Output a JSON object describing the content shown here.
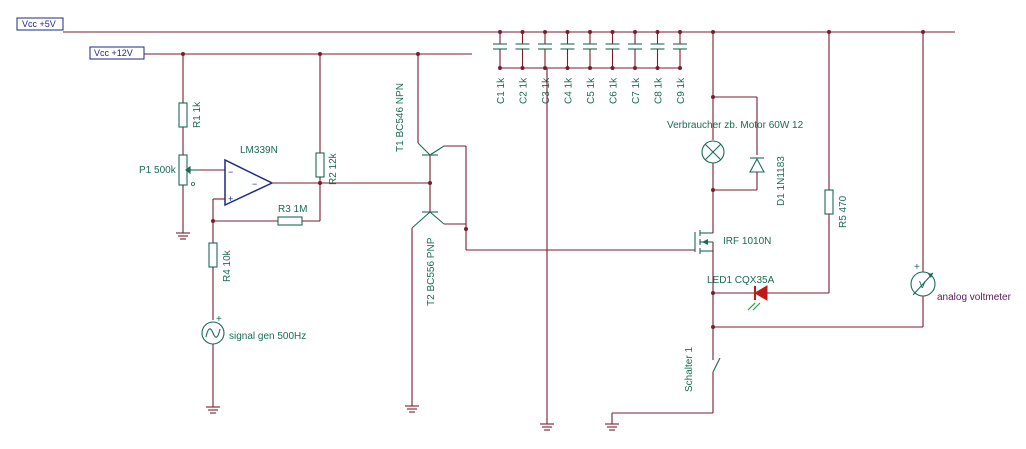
{
  "rails": {
    "vcc5": "Vcc +5V",
    "vcc12": "Vcc +12V"
  },
  "components": {
    "r1": "R1 1k",
    "p1": "P1 500k",
    "opamp": "LM339N",
    "r2": "R2 12k",
    "r3": "R3 1M",
    "r4": "R4 10k",
    "siggen": "signal gen 500Hz",
    "t1": "T1 BC546 NPN",
    "t2": "T2 BC556 PNP",
    "caps": [
      "C1 1k",
      "C2 1k",
      "C3 1k",
      "C4 1k",
      "C5 1k",
      "C6 1k",
      "C7 1k",
      "C8 1k",
      "C9 1k"
    ],
    "load": "Verbraucher zb. Motor 60W 12",
    "d1": "D1 1N1183",
    "mosfet": "IRF 1010N",
    "led1": "LED1 CQX35A",
    "r5": "R5 470",
    "switch": "Schalter 1",
    "voltmeter": "analog voltmeter",
    "voltmeter_symbol": "V"
  },
  "colors": {
    "wire": "#7a1c2c",
    "component": "#1a6b55",
    "opamp": "#1a2a8a",
    "led": "#c01818"
  }
}
